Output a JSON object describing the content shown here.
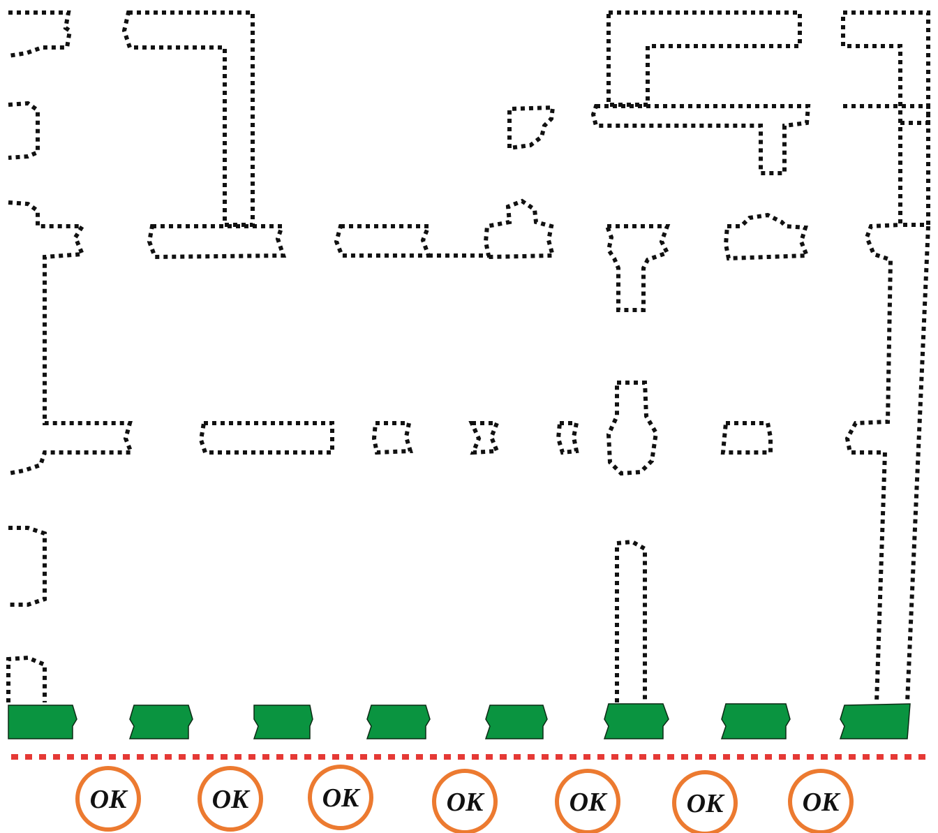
{
  "colors": {
    "outline": "#111111",
    "block_fill": "#0a9440",
    "baseline": "#e53935",
    "ok_ring": "#ec7a30",
    "ok_text": "#111111",
    "background": "#ffffff"
  },
  "diagram": {
    "outline_style": "dotted",
    "baseline_style": "dashed",
    "block_count": 8
  },
  "ok_labels": [
    "OK",
    "OK",
    "OK",
    "OK",
    "OK",
    "OK",
    "OK"
  ]
}
